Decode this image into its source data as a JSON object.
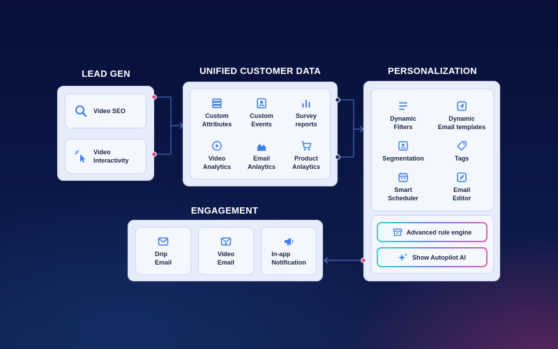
{
  "sections": {
    "lead_gen": {
      "title": "LEAD GEN",
      "items": [
        "Video SEO",
        "Video\nInteractivity"
      ]
    },
    "unified_customer_data": {
      "title": "UNIFIED CUSTOMER DATA",
      "items": [
        "Custom\nAttributes",
        "Custom\nEvents",
        "Survey\nreports",
        "Video\nAnalytics",
        "Email\nAnlaytics",
        "Product\nAnlaytics"
      ]
    },
    "personalization": {
      "title": "PERSONALIZATION",
      "items": [
        "Dynamic\nFilters",
        "Dynamic\nEmail templates",
        "Segmentation",
        "Tags",
        "Smart\nScheduler",
        "Email\nEditor"
      ],
      "buttons": [
        "Advanced rule engine",
        "Show Autopilot AI"
      ]
    },
    "engagement": {
      "title": "ENGAGEMENT",
      "items": [
        "Drip\nEmail",
        "Video\nEmail",
        "In-app\nNotification"
      ]
    }
  },
  "colors": {
    "icon": "#3f7fe8",
    "connector": "#5a77c8",
    "port_pink": "#e0487f",
    "port_blue": "#21306b"
  }
}
